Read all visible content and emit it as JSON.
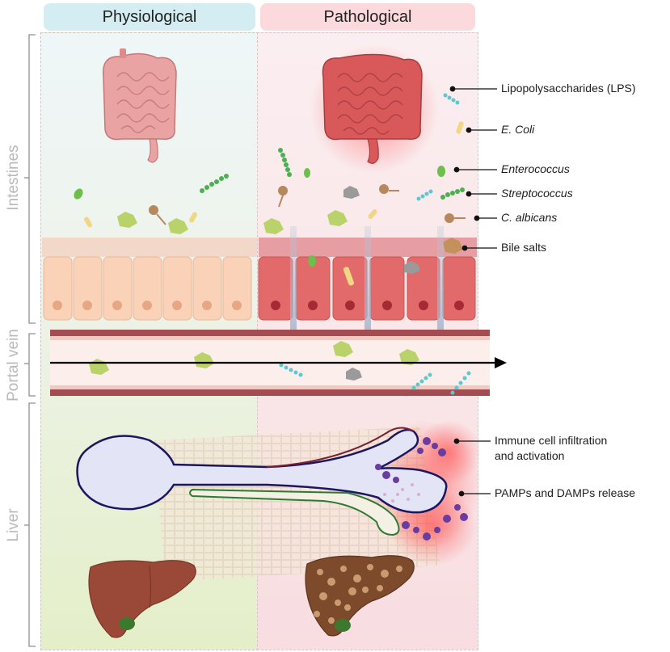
{
  "columns": {
    "physiological": "Physiological",
    "pathological": "Pathological"
  },
  "sections": {
    "intestines": "Intestines",
    "portal_vein": "Portal vein",
    "liver": "Liver"
  },
  "callouts": {
    "lps": "Lipopolysaccharides (LPS)",
    "ecoli": "E. Coli",
    "enterococcus": "Enterococcus",
    "streptococcus": "Streptococcus",
    "calbicans": "C. albicans",
    "bile_salts": "Bile salts",
    "immune_1": "Immune cell infiltration",
    "immune_2": "and activation",
    "pamps": "PAMPs and DAMPs release"
  },
  "colors": {
    "cell_healthy": "#f9d2b8",
    "cell_inflamed": "#e36a6a",
    "vessel": "#a34d52",
    "bile_duct_fill": "#e4e4f7",
    "bile_duct_stroke": "#1a1760",
    "liver_healthy": "#9a4938",
    "liver_diseased": "#7d4a2c",
    "arrow": "#000000"
  }
}
